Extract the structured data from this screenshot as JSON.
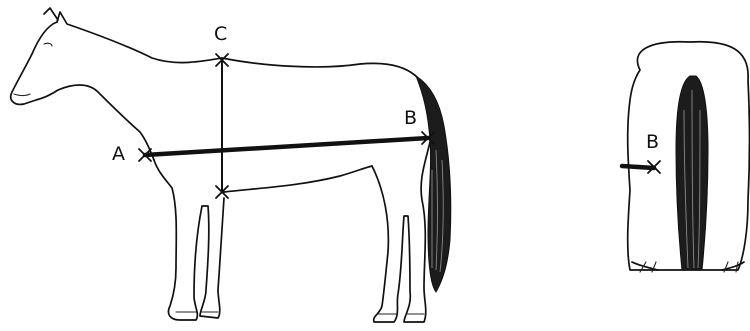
{
  "points": {
    "a": "A",
    "b": "B",
    "c": "C",
    "rear_b": "B"
  }
}
